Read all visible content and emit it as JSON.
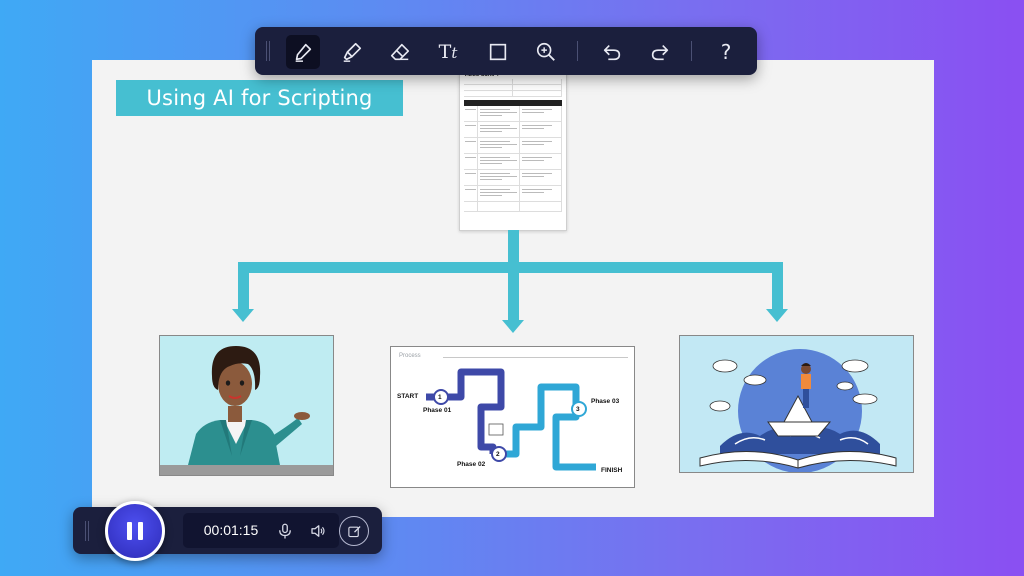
{
  "board": {
    "title": "Using AI for Scripting",
    "script_doc_title": "VIDEO SCRIPT"
  },
  "process_card": {
    "label": "Process",
    "start": "START",
    "finish": "FINISH",
    "phase1": "Phase 01",
    "phase2": "Phase 02",
    "phase3": "Phase 03",
    "step1": "1",
    "step2": "2",
    "step3": "3"
  },
  "toolbar": {
    "tools": [
      "pen-tool",
      "highlighter-tool",
      "eraser-tool",
      "text-tool",
      "rectangle-tool",
      "zoom-tool",
      "undo",
      "redo",
      "help"
    ],
    "text_glyph": "T",
    "text_glyph_small": "t",
    "help_glyph": "?"
  },
  "recorder": {
    "timer": "00:01:15"
  },
  "colors": {
    "accent_teal": "#46bfd1",
    "toolbar_bg": "#1b1f3d",
    "pause_blue": "#3736c8"
  }
}
